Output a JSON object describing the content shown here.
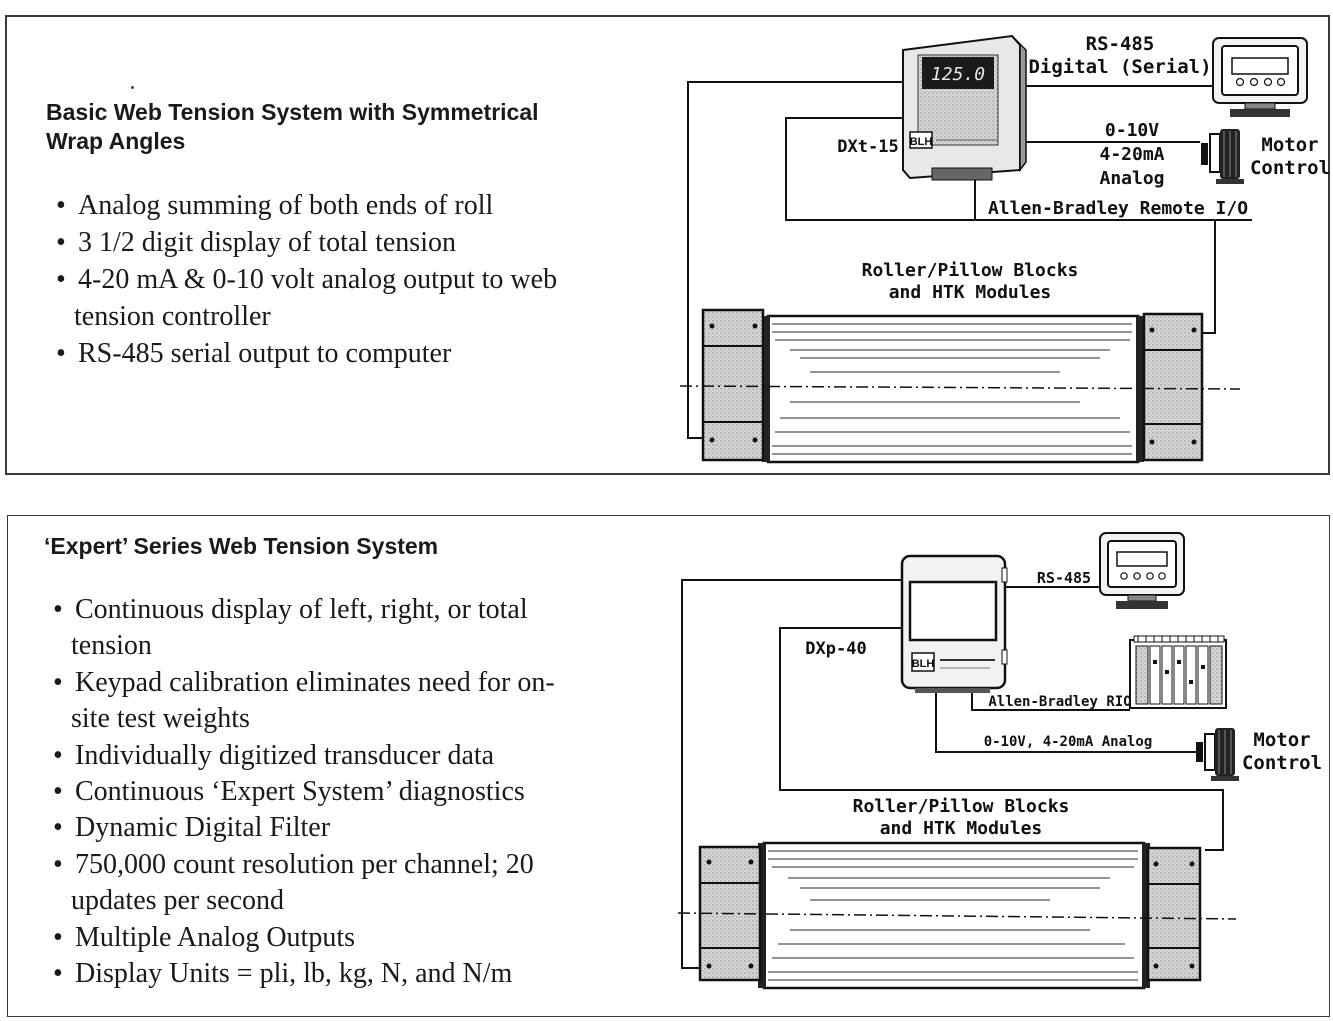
{
  "section1": {
    "title_line1": "Basic Web Tension System with Symmetrical",
    "title_line2": "Wrap Angles",
    "bullets": [
      "Analog summing of both ends of roll",
      "3 1/2 digit display of total tension",
      "4-20 mA & 0-10 volt analog output to web",
      "tension controller",
      "RS-485 serial output to computer"
    ],
    "diagram": {
      "display_value": "125.0",
      "device_label": "DXt-15",
      "rs485_line1": "RS-485",
      "rs485_line2": "Digital (Serial)",
      "analog_line1": "0-10V",
      "analog_line2": "4-20mA",
      "analog_line3": "Analog",
      "motor_line1": "Motor",
      "motor_line2": "Control",
      "ab_label": "Allen-Bradley Remote I/O",
      "roller_line1": "Roller/Pillow Blocks",
      "roller_line2": "and HTK Modules",
      "logo": "BLH"
    }
  },
  "section2": {
    "title": "‘Expert’ Series Web Tension System",
    "bullets": [
      "Continuous display of left, right, or total",
      "tension",
      "Keypad calibration eliminates need for on-",
      "site test weights",
      "Individually digitized transducer data",
      "Continuous ‘Expert System’ diagnostics",
      "Dynamic Digital Filter",
      "750,000 count resolution per channel; 20",
      "updates per second",
      "Multiple Analog Outputs",
      "Display Units = pli, lb, kg, N, and N/m"
    ],
    "diagram": {
      "device_label": "DXp-40",
      "rs485_label": "RS-485",
      "ab_label": "Allen-Bradley RIO",
      "analog_label": "0-10V, 4-20mA Analog",
      "motor_line1": "Motor",
      "motor_line2": "Control",
      "roller_line1": "Roller/Pillow Blocks",
      "roller_line2": "and HTK Modules",
      "logo": "BLH"
    }
  }
}
